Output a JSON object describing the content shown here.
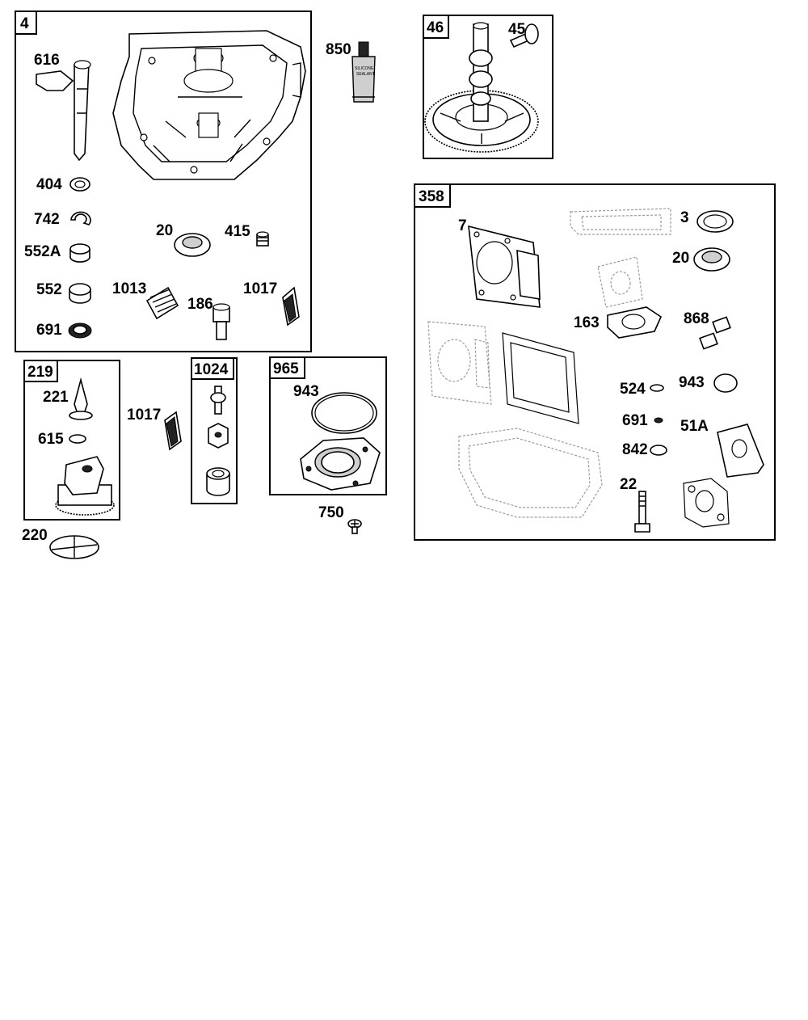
{
  "groups": [
    {
      "id": "g4",
      "label": "4"
    },
    {
      "id": "g46",
      "label": "46"
    },
    {
      "id": "g358",
      "label": "358"
    },
    {
      "id": "g219",
      "label": "219"
    },
    {
      "id": "g1024",
      "label": "1024"
    },
    {
      "id": "g965",
      "label": "965"
    }
  ],
  "callouts": {
    "c616": "616",
    "c404": "404",
    "c742": "742",
    "c552A": "552A",
    "c552": "552",
    "c691a": "691",
    "c20a": "20",
    "c415": "415",
    "c1013": "1013",
    "c186": "186",
    "c1017a": "1017",
    "c850": "850",
    "c45": "45",
    "c7": "7",
    "c3": "3",
    "c20b": "20",
    "c163": "163",
    "c868": "868",
    "c524": "524",
    "c943b": "943",
    "c691b": "691",
    "c51A": "51A",
    "c842": "842",
    "c22": "22",
    "c221": "221",
    "c615": "615",
    "c220": "220",
    "c1017b": "1017",
    "c943a": "943",
    "c750": "750"
  },
  "sealant_tube": {
    "line1": "SILICONE",
    "line2": "SEALANT"
  }
}
